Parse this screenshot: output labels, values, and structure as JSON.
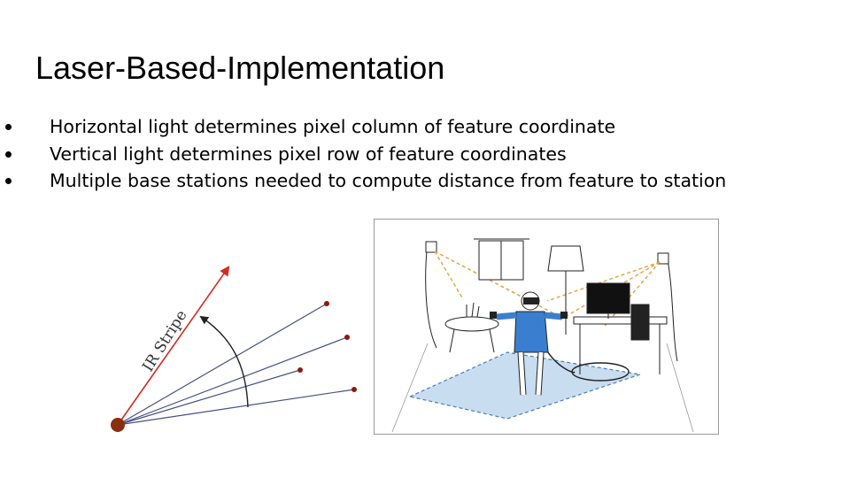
{
  "slide": {
    "title": "Laser-Based-Implementation"
  },
  "bullets": [
    "Horizontal light determines pixel column of feature coordinate",
    "Vertical light determines pixel row of feature coordinates",
    "Multiple base stations needed to compute distance from feature to station"
  ],
  "diagram": {
    "stripe_label": "IR Stripe",
    "colors": {
      "stripe": "#d42a20",
      "rays": "#4a4f85",
      "ray_endpoints": "#8b1a10",
      "origin": "#8b2e10"
    }
  },
  "illustration": {
    "colors": {
      "play_area": "#c9ddf0",
      "beams": "#e8a040",
      "person": "#3a7fcf",
      "outline": "#222222"
    }
  }
}
